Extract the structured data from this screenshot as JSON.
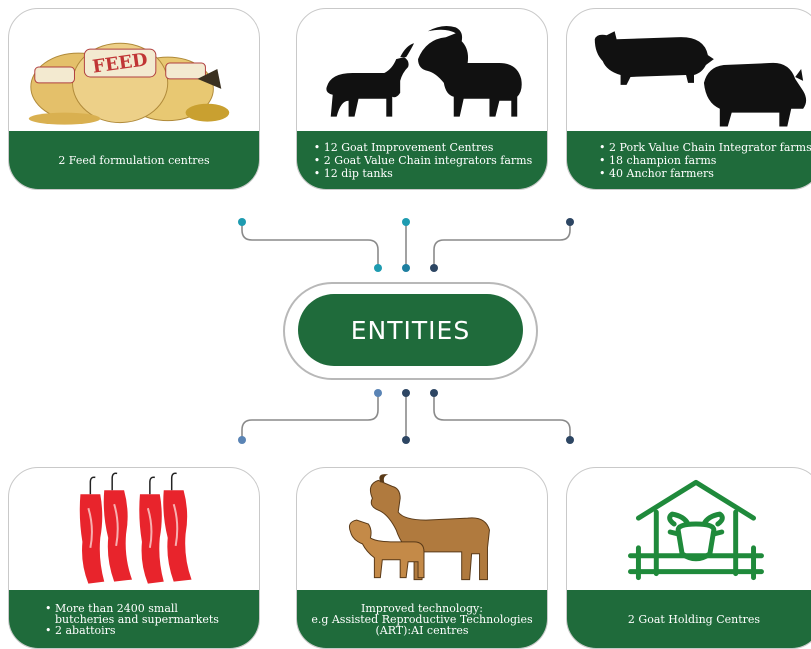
{
  "hub": {
    "label": "ENTITIES"
  },
  "colors": {
    "green": "#1f6b3b",
    "teal": "#1e9bb0",
    "navy": "#2d4663",
    "slate": "#5a84b5",
    "meat": "#e8242c"
  },
  "top_cards": [
    {
      "icon": "feed-bags-icon",
      "text": "2 Feed formulation centres"
    },
    {
      "icon": "goats-icon",
      "items": [
        "12 Goat Improvement Centres",
        "2 Goat Value Chain integrators farms",
        "12 dip tanks"
      ]
    },
    {
      "icon": "pigs-icon",
      "items": [
        "2 Pork Value Chain Integrator farms",
        "18 champion farms",
        "40 Anchor farmers"
      ]
    }
  ],
  "bottom_cards": [
    {
      "icon": "hanging-meat-icon",
      "items": [
        "More than 2400 small butcheries and supermarkets",
        "2 abattoirs"
      ]
    },
    {
      "icon": "brown-goats-icon",
      "lines": [
        "Improved technology:",
        "e.g Assisted Reproductive Technologies",
        "(ART):AI centres"
      ]
    },
    {
      "icon": "goat-holding-icon",
      "text": "2 Goat Holding Centres"
    }
  ]
}
